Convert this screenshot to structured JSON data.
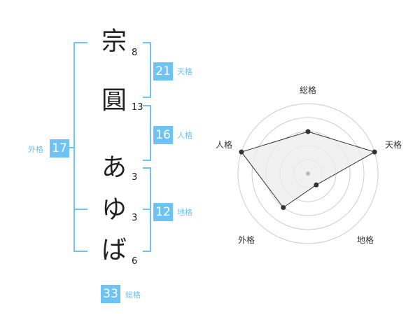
{
  "name_characters": [
    {
      "char": "宗",
      "strokes": "8"
    },
    {
      "char": "圓",
      "strokes": "13"
    },
    {
      "char": "あ",
      "strokes": "3"
    },
    {
      "char": "ゆ",
      "strokes": "3"
    },
    {
      "char": "ば",
      "strokes": "6"
    }
  ],
  "fortune": {
    "tenkaku": {
      "value": "21",
      "label": "天格"
    },
    "jinkaku": {
      "value": "16",
      "label": "人格"
    },
    "chikaku": {
      "value": "12",
      "label": "地格"
    },
    "gaikaku": {
      "value": "17",
      "label": "外格"
    },
    "soukaku": {
      "value": "33",
      "label": "総格"
    }
  },
  "colors": {
    "accent": "#6ec3f4",
    "text": "#222222",
    "radar_fill": "#ededed",
    "radar_ring": "#cccccc"
  },
  "chart_data": {
    "type": "radar",
    "axes": [
      "総格",
      "天格",
      "地格",
      "外格",
      "人格"
    ],
    "values": [
      3,
      5,
      1,
      3,
      5
    ],
    "max": 5,
    "rings": 5
  }
}
